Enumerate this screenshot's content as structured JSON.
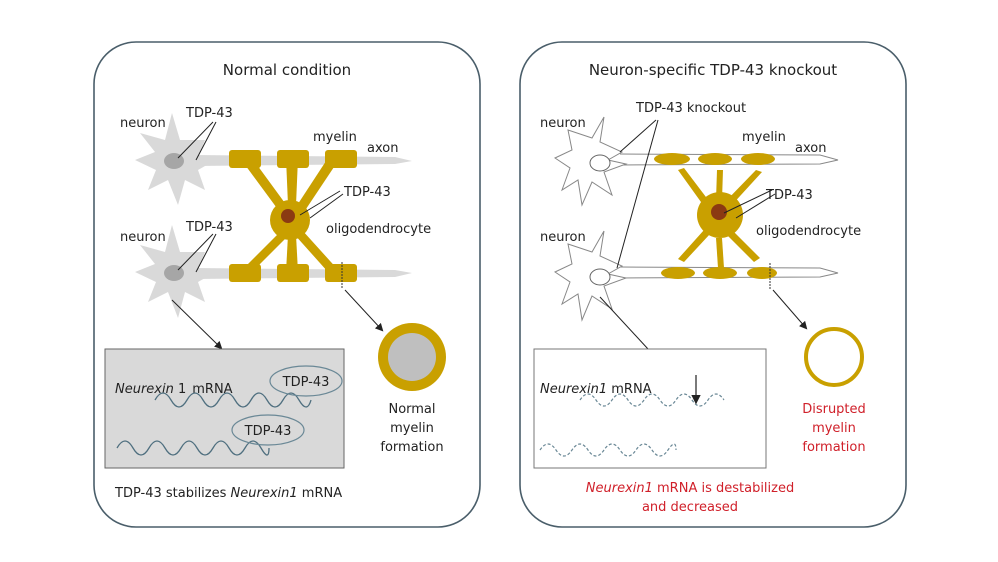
{
  "colors": {
    "myelin": "#c9a000",
    "nucleus_oligo": "#8b3a12",
    "neuron_fill": "#d9d9d9",
    "neuron_nucleus": "#a6a6a6",
    "panel_border": "#4a5e6a",
    "mrna_box_fill": "#d9d9d9",
    "accent_red": "#d0202a",
    "mrna_line": "#4f6f7f"
  },
  "panels": [
    {
      "title": "Normal condition",
      "labels": {
        "neuron_top": "neuron",
        "tdp43_top": "TDP-43",
        "neuron_bottom": "neuron",
        "tdp43_bottom": "TDP-43",
        "myelin": "myelin",
        "axon": "axon",
        "tdp43_oligo": "TDP-43",
        "oligodendrocyte": "oligodendrocyte"
      },
      "mrna_box": {
        "gene": "Neurexin",
        "gene_suffix": " 1",
        "mrna_label": "mRNA",
        "bound_protein_1": "TDP-43",
        "bound_protein_2": "TDP-43"
      },
      "outcome_lines": [
        "Normal",
        "myelin",
        "formation"
      ],
      "caption": {
        "prefix": "TDP-43 stabilizes ",
        "gene": "Neurexin1",
        "suffix": " mRNA"
      }
    },
    {
      "title": "Neuron-specific TDP-43 knockout",
      "labels": {
        "knockout": "TDP-43 knockout",
        "neuron_top": "neuron",
        "neuron_bottom": "neuron",
        "myelin": "myelin",
        "axon": "axon",
        "tdp43_oligo": "TDP-43",
        "oligodendrocyte": "oligodendrocyte"
      },
      "mrna_box": {
        "gene": "Neurexin1",
        "mrna_label": " mRNA",
        "trend": "decrease-arrow"
      },
      "outcome_lines": [
        "Disrupted",
        "myelin",
        "formation"
      ],
      "caption": {
        "gene": "Neurexin1",
        "line1_suffix": " mRNA is destabilized",
        "line2": "and decreased"
      }
    }
  ]
}
